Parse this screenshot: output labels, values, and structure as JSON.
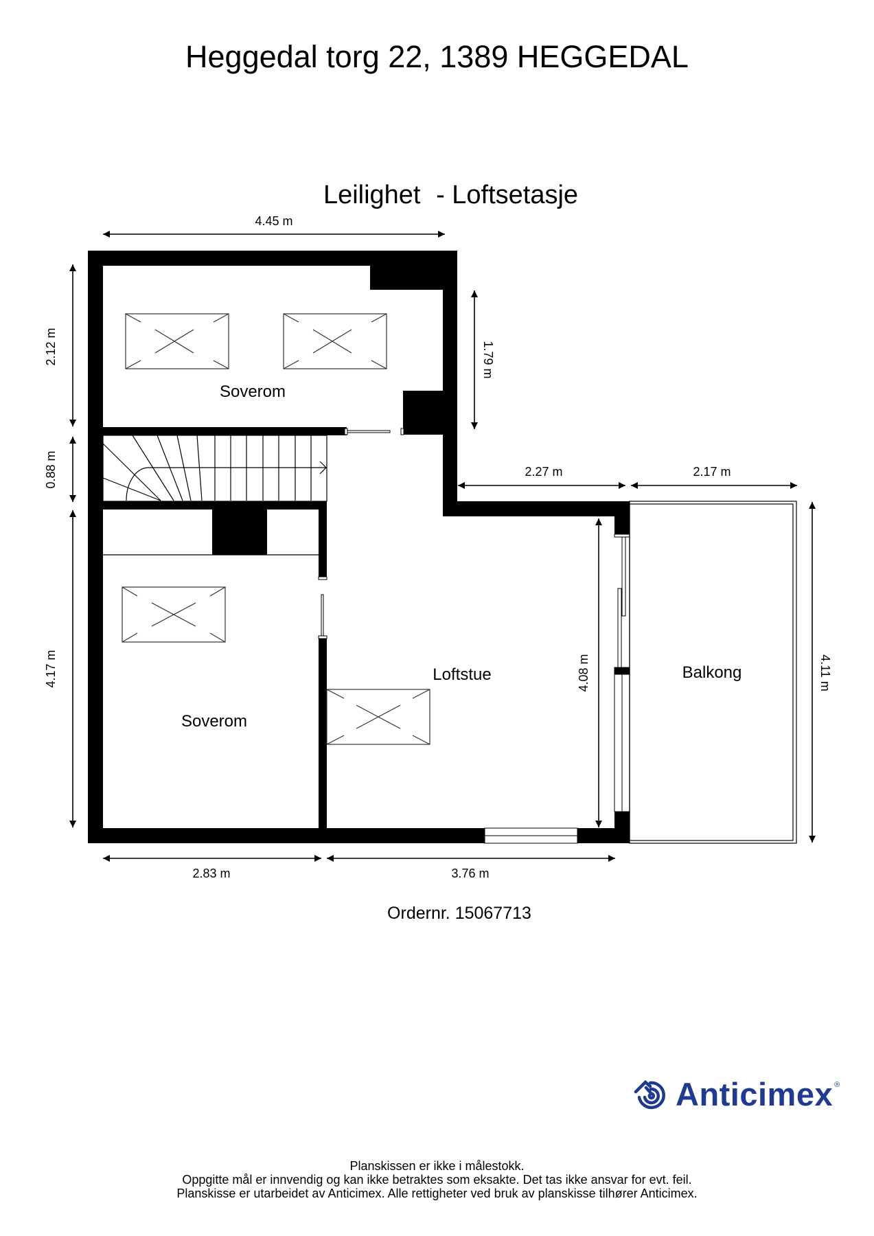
{
  "header": {
    "address": "Heggedal torg 22, 1389 HEGGEDAL",
    "unit": "Leilighet",
    "floor": "- Loftsetasje"
  },
  "dimensions": {
    "top_width": "4.45 m",
    "left_upper": "2.12 m",
    "left_stair": "0.88 m",
    "left_lower": "4.17 m",
    "right_upper": "1.79 m",
    "living_width": "2.27 m",
    "balcony_width": "2.17 m",
    "living_height": "4.08 m",
    "balcony_height": "4.11 m",
    "bottom_left": "2.83 m",
    "bottom_right": "3.76 m"
  },
  "rooms": {
    "bedroom_upper": "Soverom",
    "bedroom_lower": "Soverom",
    "living": "Loftstue",
    "balcony": "Balkong"
  },
  "order": {
    "label": "Ordernr. 15067713"
  },
  "logo": {
    "name": "Anticimex",
    "registered": "®",
    "color": "#1f3a93",
    "icon": "anticimex-spiral-house-icon"
  },
  "disclaimer": {
    "line1": "Planskissen er ikke i målestokk.",
    "line2": "Oppgitte mål er innvendig og kan ikke betraktes som eksakte. Det tas ikke ansvar for evt. feil.",
    "line3": "Planskisse er utarbeidet av Anticimex. Alle rettigheter ved bruk av planskisse tilhører Anticimex."
  }
}
